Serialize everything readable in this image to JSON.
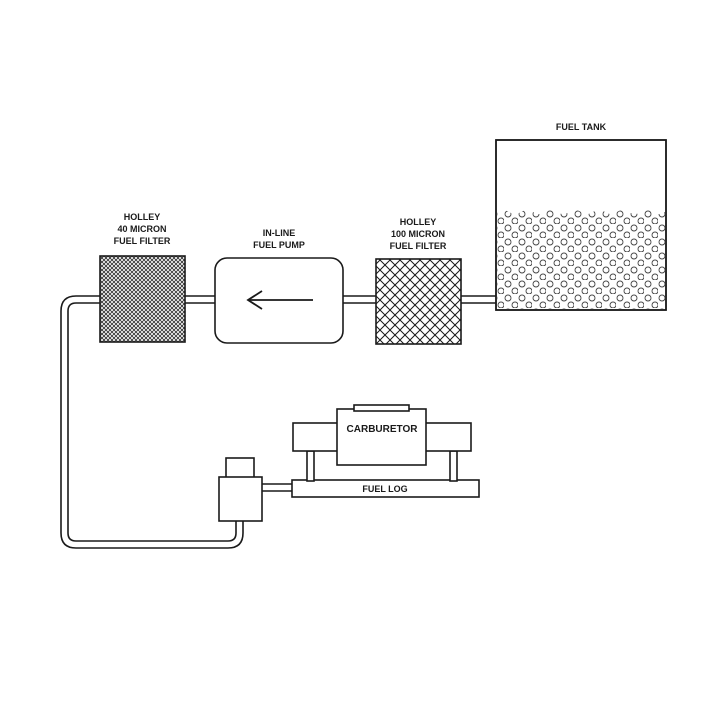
{
  "labels": {
    "fuel_tank": "FUEL TANK",
    "filter_40": [
      "HOLLEY",
      "40 MICRON",
      "FUEL FILTER"
    ],
    "fuel_pump": [
      "IN-LINE",
      "FUEL PUMP"
    ],
    "filter_100": [
      "HOLLEY",
      "100 MICRON",
      "FUEL FILTER"
    ],
    "carburetor": "CARBURETOR",
    "fuel_log": "FUEL LOG"
  },
  "colors": {
    "line": "#1a1a1a",
    "background": "#ffffff"
  },
  "flow_direction": "right-to-left",
  "icons": {
    "pump_arrow": "arrow-left-icon"
  }
}
